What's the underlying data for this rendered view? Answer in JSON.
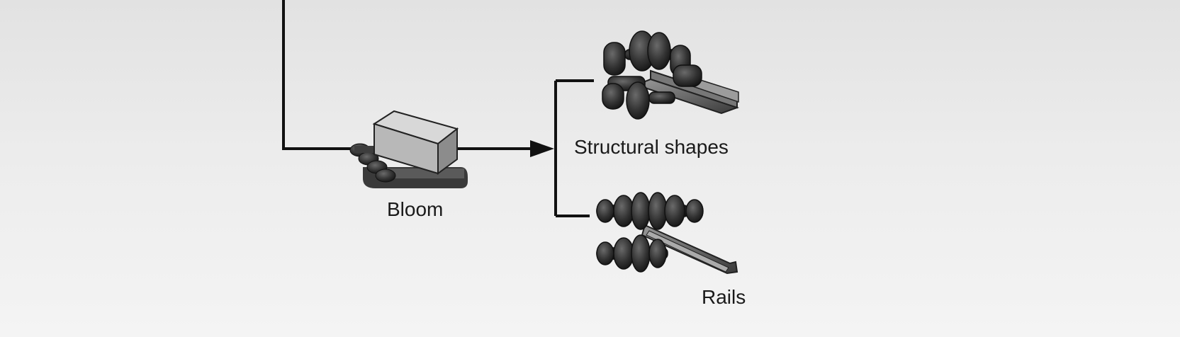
{
  "diagram": {
    "nodes": [
      {
        "id": "bloom",
        "label": "Bloom",
        "icon": "bloom-block-on-rollers-icon"
      },
      {
        "id": "structural_shapes",
        "label": "Structural shapes",
        "icon": "structural-shape-rolling-mill-icon"
      },
      {
        "id": "rails",
        "label": "Rails",
        "icon": "rail-rolling-mill-icon"
      }
    ],
    "edges": [
      {
        "from": "bloom",
        "to": "structural_shapes"
      },
      {
        "from": "bloom",
        "to": "rails"
      }
    ],
    "colors": {
      "line": "#111111",
      "roll_dark": "#2e2e2e",
      "roll_mid": "#4a4a4a",
      "block_light": "#c9c9c9",
      "block_mid": "#9a9a9a"
    }
  }
}
